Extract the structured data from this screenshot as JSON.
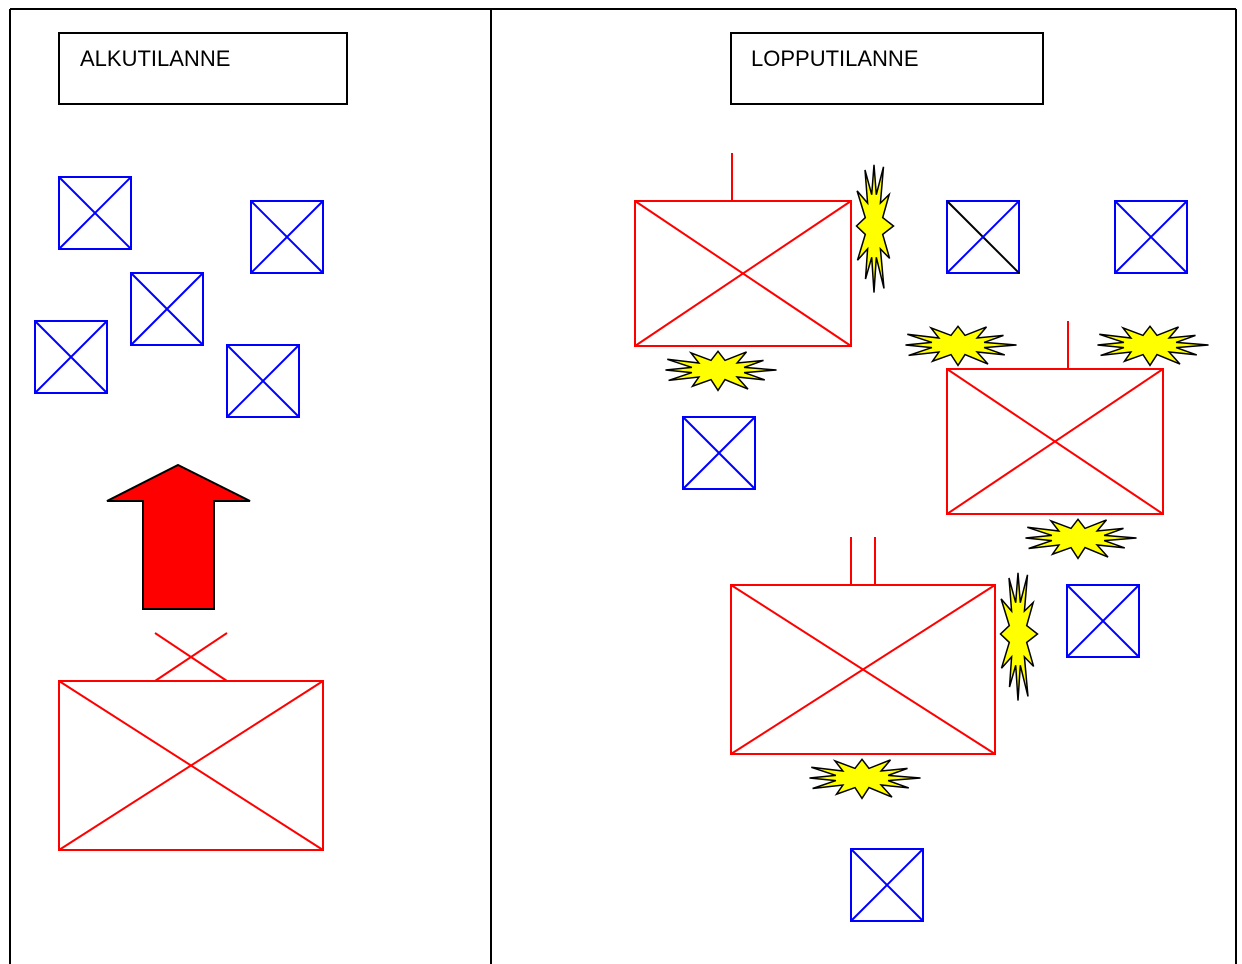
{
  "panels": {
    "left": {
      "title": "ALKUTILANNE"
    },
    "right": {
      "title": "LOPPUTILANNE"
    }
  },
  "colors": {
    "friendly_unit": "#0000ff",
    "enemy_unit": "#ff0000",
    "advance_arrow": "#ff0000",
    "explosion_fill": "#ffff00",
    "outline": "#000000"
  },
  "symbols": {
    "small_unit": "blue crossed square",
    "large_unit": "red crossed rectangle",
    "arrow": "red block arrow pointing up",
    "explosion": "yellow burst"
  }
}
